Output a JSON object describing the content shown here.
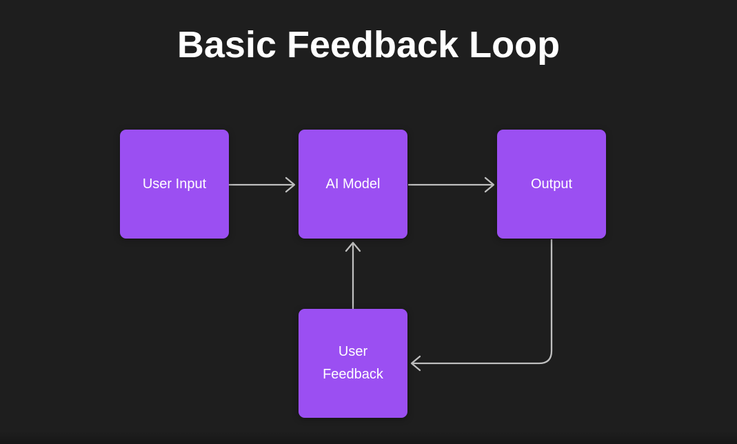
{
  "title": "Basic Feedback Loop",
  "diagram": {
    "nodes": [
      {
        "id": "user-input",
        "label": "User Input"
      },
      {
        "id": "ai-model",
        "label": "AI Model"
      },
      {
        "id": "output",
        "label": "Output"
      },
      {
        "id": "user-feedback",
        "label": "User Feedback"
      }
    ],
    "edges": [
      {
        "from": "User Input",
        "to": "AI Model"
      },
      {
        "from": "AI Model",
        "to": "Output"
      },
      {
        "from": "Output",
        "to": "User Feedback"
      },
      {
        "from": "User Feedback",
        "to": "AI Model"
      }
    ]
  },
  "colors": {
    "background": "#1e1e1e",
    "node_fill": "#9b4ff2",
    "node_text": "#ffffff",
    "title_text": "#ffffff",
    "arrow": "#bfbfbf"
  }
}
